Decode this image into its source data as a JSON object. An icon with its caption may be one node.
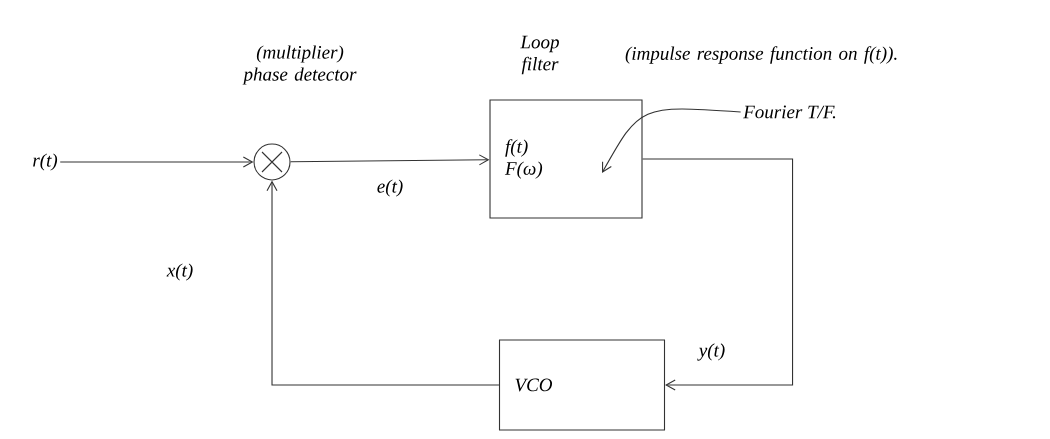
{
  "diagram": {
    "nodes": [
      {
        "text": [
          "r(t)"
        ]
      },
      {
        "text": [],
        "shape": "circle",
        "beside": [
          "(multiplier) phase detector"
        ]
      },
      {
        "text": [
          "f(t)",
          "F(ω)"
        ],
        "beside": [
          "Loop filter"
        ]
      },
      {
        "text": [
          "VCO"
        ]
      },
      {
        "text": [
          "Fourier T/F."
        ]
      }
    ],
    "edges": [
      {
        "from": 0,
        "to": 1,
        "arrow": "to"
      },
      {
        "from": 1,
        "to": 2,
        "arrow": "to",
        "label": "e(t)"
      },
      {
        "from": 2,
        "to": 3,
        "arrow": "to",
        "label": "y(t)"
      },
      {
        "from": 3,
        "to": 1,
        "arrow": "to",
        "label": "x(t)"
      },
      {
        "from": 4,
        "to": 2,
        "arrow": "to"
      }
    ],
    "labels": [
      "(impulse response function on f(t))."
    ]
  }
}
